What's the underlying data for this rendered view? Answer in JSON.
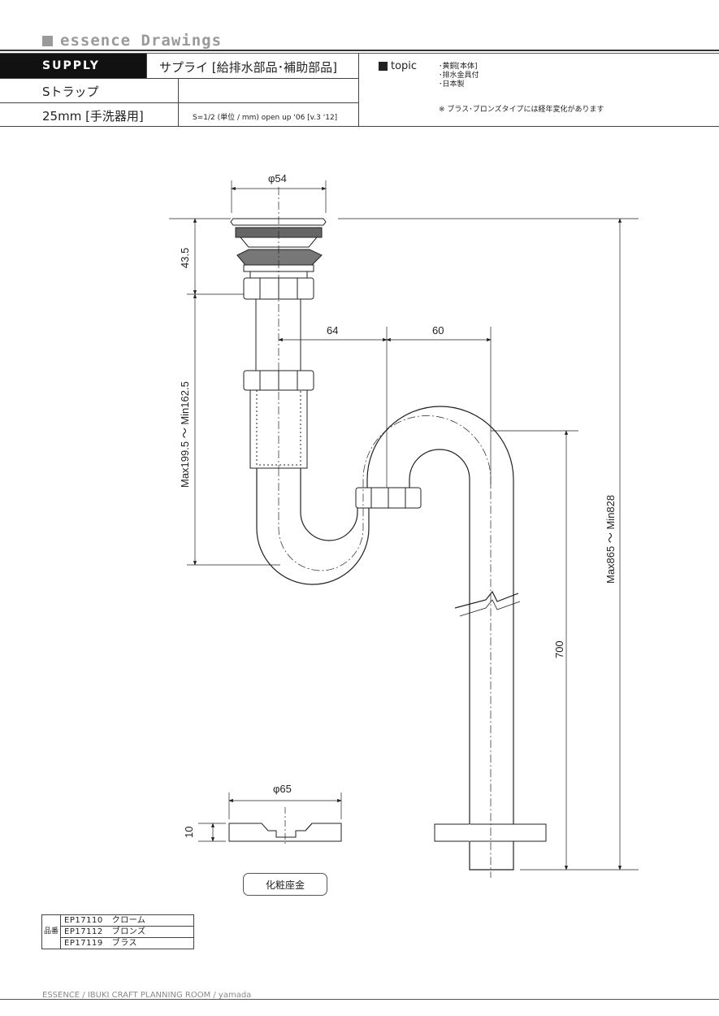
{
  "header": {
    "brand": "essence Drawings",
    "category": "SUPPLY",
    "category_jp": "サプライ [給排水部品･補助部品]",
    "product_name": "Sトラップ",
    "size": "25mm [手洗器用]",
    "scale_note": "S=1/2 (単位 / mm)  open up '06 [v.3 '12]",
    "topic_label": "topic",
    "topic_notes": [
      "･黄銅[本体]",
      "･排水金具付",
      "･日本製"
    ],
    "topic_warning": "※ ブラス･ブロンズタイプには経年変化があります"
  },
  "drawing": {
    "dim_phi54": "φ54",
    "dim_43_5": "43.5",
    "dim_64": "64",
    "dim_60": "60",
    "dim_trap_height": "Max199.5 ～ Min162.5",
    "dim_total_height": "Max865 ～ Min828",
    "dim_700": "700",
    "dim_phi65": "φ65",
    "dim_10": "10",
    "escutcheon_label": "化粧座金"
  },
  "parts": {
    "header_label": "品番",
    "rows": [
      {
        "code": "EP17110",
        "finish": "クローム"
      },
      {
        "code": "EP17112",
        "finish": "ブロンズ"
      },
      {
        "code": "EP17119",
        "finish": "ブラス"
      }
    ]
  },
  "footer": {
    "text": "ESSENCE / IBUKI CRAFT  PLANNING ROOM / yamada"
  },
  "colors": {
    "brand_gray": "#9a9a9a",
    "line": "#222222",
    "header_black": "#111111"
  }
}
